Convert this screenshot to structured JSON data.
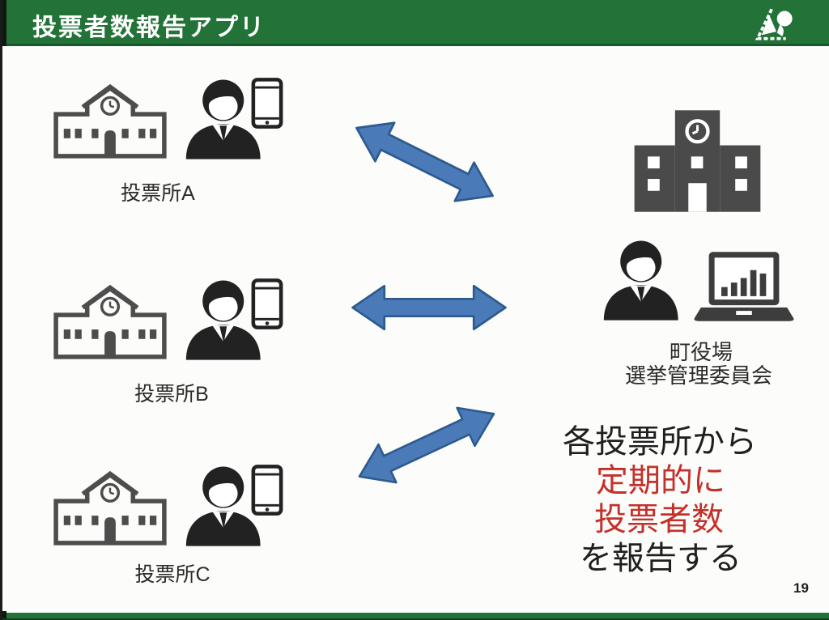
{
  "header": {
    "title": "投票者数報告アプリ"
  },
  "stations": [
    {
      "label": "投票所A"
    },
    {
      "label": "投票所B"
    },
    {
      "label": "投票所C"
    }
  ],
  "office": {
    "name": "町役場",
    "department": "選挙管理委員会"
  },
  "annotation": {
    "line1": "各投票所から",
    "line2": "定期的に",
    "line3": "投票者数",
    "line4": "を報告する"
  },
  "page_number": "19",
  "icons": {
    "town_logo": "town-emblem-icon",
    "polling_place": "building-outline-icon",
    "town_office": "building-solid-icon",
    "staff": "person-icon",
    "smartphone": "smartphone-icon",
    "laptop": "laptop-chart-icon",
    "link": "double-arrow-icon"
  },
  "colors": {
    "header_green": "#237238",
    "footer_green": "#237238",
    "arrow_blue": "#4a7ab8",
    "arrow_border": "#2c5a8e",
    "highlight_red": "#c4302a",
    "text_black": "#1f1f1f",
    "icon_gray": "#4a4a4a"
  }
}
